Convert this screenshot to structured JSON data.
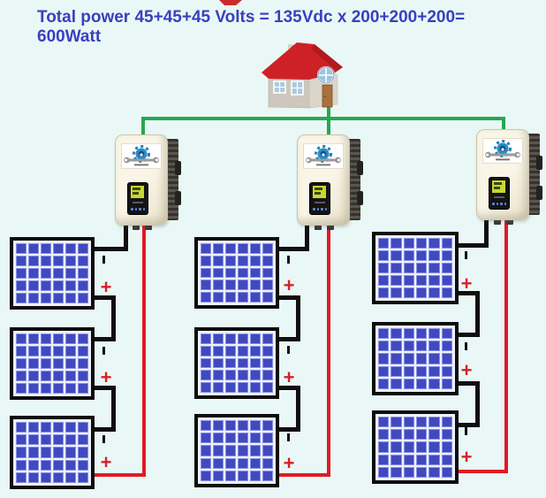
{
  "title": {
    "text": "Total power 45+45+45 Volts = 135Vdc x 200+200+200= 600Watt"
  },
  "symbols": {
    "plus": "+"
  },
  "panel": {
    "grid_cols": 6,
    "grid_rows": 5
  },
  "system": {
    "inverter_count": 3,
    "strings": 3,
    "panels_per_string": 3
  },
  "colors": {
    "background": "#e9f8f6",
    "title_text": "#3a3fbf",
    "ac_wire_green": "#27a750",
    "dc_positive_red": "#e01b24",
    "dc_negative_black": "#0f0f0f",
    "solar_cell_blue": "#4049c0",
    "inverter_body_cream": "#f5efdd",
    "house_roof_red": "#ce2127"
  },
  "icons": {
    "inverter_logo": "gear-wrench-logo",
    "inverter_display": "lcd-screen",
    "house": "house-3d"
  }
}
